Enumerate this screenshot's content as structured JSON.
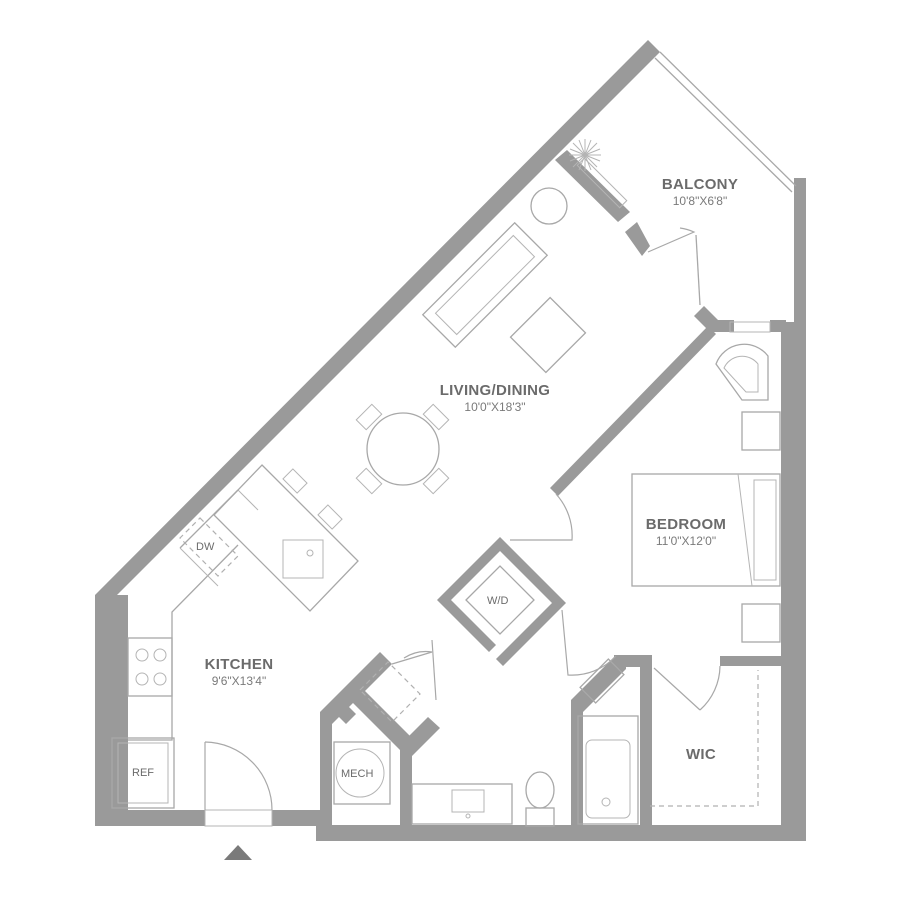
{
  "rooms": {
    "balcony": {
      "name": "BALCONY",
      "dim": "10'8\"X6'8\""
    },
    "living": {
      "name": "LIVING/DINING",
      "dim": "10'0\"X18'3\""
    },
    "bedroom": {
      "name": "BEDROOM",
      "dim": "11'0\"X12'0\""
    },
    "kitchen": {
      "name": "KITCHEN",
      "dim": "9'6\"X13'4\""
    },
    "wic": {
      "name": "WIC"
    }
  },
  "fixtures": {
    "dw": "DW",
    "wd": "W/D",
    "ref": "REF",
    "mech": "MECH"
  },
  "colors": {
    "wall": "#9a9a9a",
    "line": "#a8a8a8",
    "text": "#6b6b6b"
  }
}
